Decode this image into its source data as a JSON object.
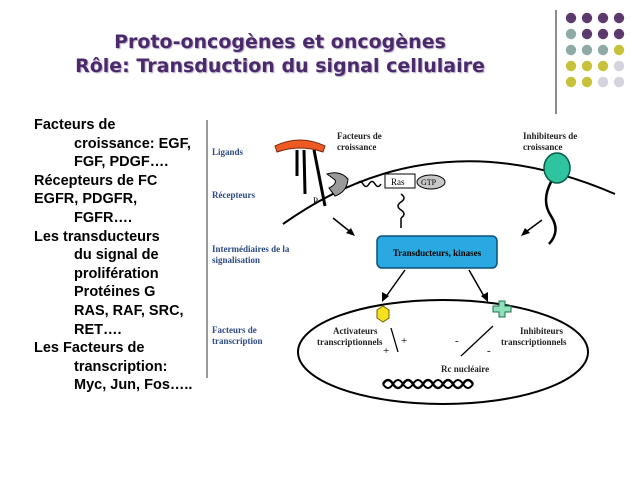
{
  "slide": {
    "title_line1": "Proto-oncogènes et oncogènes",
    "title_line2": "Rôle: Transduction du signal cellulaire"
  },
  "colors": {
    "title": "#4b2a6b",
    "dot_purple": "#5b3a6e",
    "dot_teal": "#8fa9a6",
    "dot_olive": "#c8c23a",
    "dot_grey": "#d4d4dc",
    "transducer_box": "#2aa9e0",
    "ligand_orange": "#ee5a24",
    "inhibitor_green": "#2ec4a0",
    "activator_yellow": "#f5e11d",
    "inhibitor_cross": "#8fe0b8"
  },
  "bullets": [
    {
      "lines": [
        "Facteurs de",
        "croissance: EGF,",
        "FGF, PDGF…."
      ]
    },
    {
      "lines": [
        "Récepteurs de FC"
      ]
    },
    {
      "lines": [
        "EGFR, PDGFR,",
        "FGFR…."
      ]
    },
    {
      "lines": [
        "Les transducteurs",
        "du signal de",
        "prolifération"
      ]
    },
    {
      "lines": [
        "Protéines G"
      ]
    },
    {
      "lines": [
        "RAS, RAF, SRC,",
        "RET…."
      ]
    },
    {
      "lines": [
        "Les Facteurs de",
        "transcription:",
        "Myc, Jun, Fos….."
      ]
    }
  ],
  "diagram": {
    "row_labels": {
      "ligands": "Ligands",
      "recepteurs": "Récepteurs",
      "intermediaires_1": "Intermédiaires de la",
      "intermediaires_2": "signalisation",
      "facteurs_1": "Facteurs de",
      "facteurs_2": "transcription"
    },
    "facteurs_croissance_1": "Facteurs de",
    "facteurs_croissance_2": "croissance",
    "inhibiteurs_croissance_1": "Inhibiteurs de",
    "inhibiteurs_croissance_2": "croissance",
    "ras": "Ras",
    "gtp": "GTP",
    "p": "P",
    "transducteurs": "Transducteurs, kinases",
    "activateurs_1": "Activateurs",
    "activateurs_2": "transcriptionnels",
    "inhibiteurs_1": "Inhibiteurs",
    "inhibiteurs_2": "transcriptionnels",
    "rc_nucleaire": "Rc nucléaire",
    "plus": "+",
    "minus": "-"
  }
}
